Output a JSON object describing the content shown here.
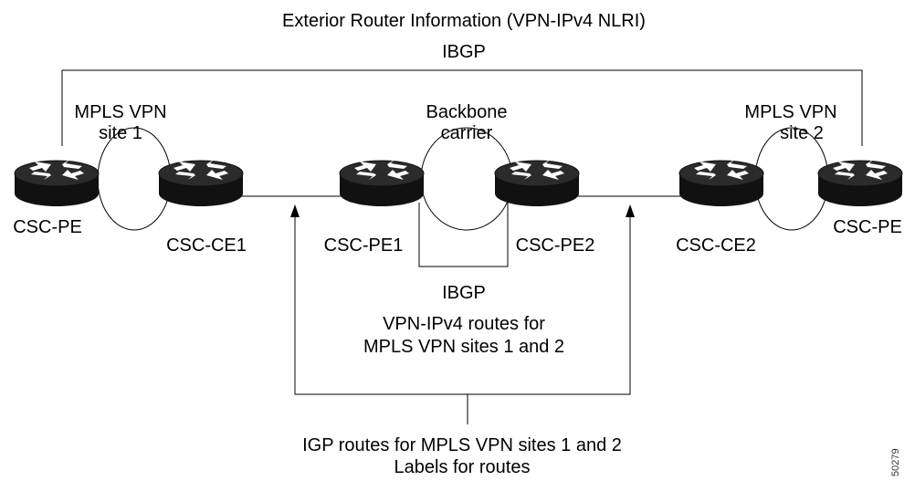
{
  "title_line1": "Exterior Router Information (VPN-IPv4 NLRI)",
  "title_line2": "IBGP",
  "site1": {
    "line1": "MPLS VPN",
    "line2": "site 1"
  },
  "backbone": {
    "line1": "Backbone",
    "line2": "carrier"
  },
  "site2": {
    "line1": "MPLS VPN",
    "line2": "site 2"
  },
  "routers": {
    "csc_pe_left": "CSC-PE",
    "csc_ce1": "CSC-CE1",
    "csc_pe1": "CSC-PE1",
    "csc_pe2": "CSC-PE2",
    "csc_ce2": "CSC-CE2",
    "csc_pe_right": "CSC-PE"
  },
  "inner_ibgp": {
    "line1": "IBGP",
    "line2": "VPN-IPv4 routes for",
    "line3": "MPLS VPN sites 1 and 2"
  },
  "bottom": {
    "line1": "IGP routes for MPLS VPN sites 1 and 2",
    "line2": "Labels for routes"
  },
  "figure_number": "50279",
  "colors": {
    "router_body": "#111111",
    "router_top": "#2b2b2b",
    "arrow": "#ffffff",
    "line": "#000000"
  }
}
